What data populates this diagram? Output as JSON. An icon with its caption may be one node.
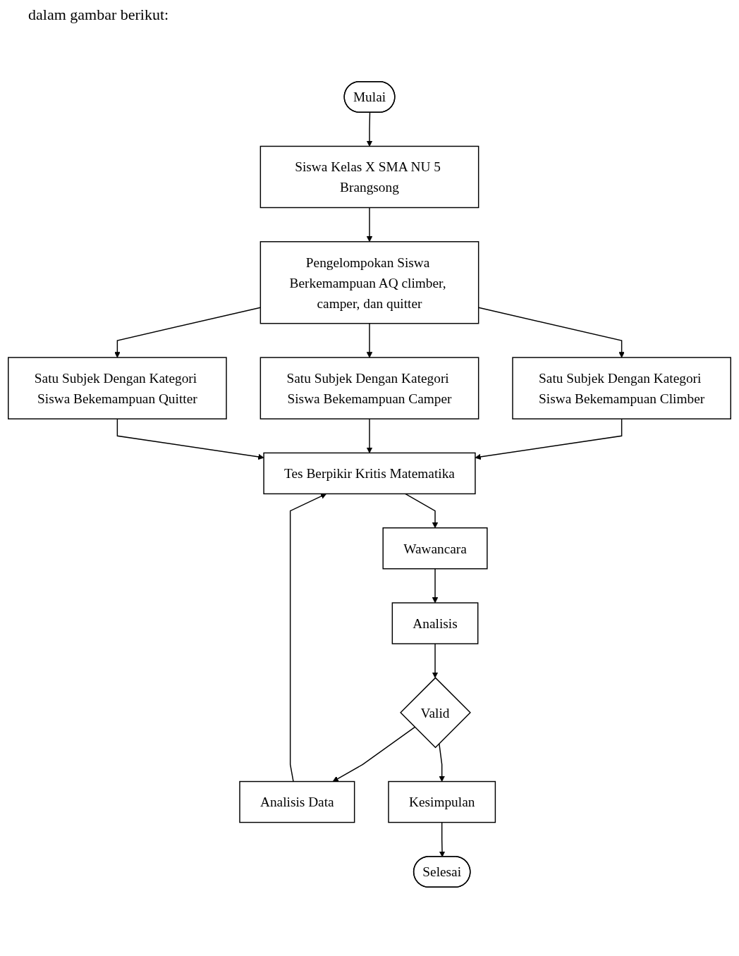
{
  "diagram": {
    "nodes": [
      {
        "text": [
          "Mulai"
        ]
      },
      {
        "text": [
          "Siswa Kelas X SMA NU 5 Brangsong"
        ]
      },
      {
        "text": [
          "Pengelompokan Siswa Berkemampuan AQ climber, camper, dan quitter"
        ]
      },
      {
        "text": [
          "Satu Subjek Dengan Kategori Siswa Bekemampuan Climber"
        ]
      },
      {
        "text": [
          "Satu Subjek Dengan Kategori Siswa Bekemampuan Camper"
        ]
      },
      {
        "text": [
          "Satu Subjek Dengan Kategori Siswa Bekemampuan Quitter"
        ]
      },
      {
        "text": [
          "Tes Berpikir Kritis Matematika"
        ]
      },
      {
        "text": [
          "Wawancara"
        ]
      },
      {
        "text": [
          "Analisis"
        ]
      },
      {
        "text": [
          "Valid"
        ]
      },
      {
        "text": [
          "Analisis Data"
        ]
      },
      {
        "text": [
          "Kesimpulan"
        ]
      },
      {
        "text": [
          "Selesai"
        ]
      }
    ],
    "edges": [
      {
        "from": 0,
        "to": 1,
        "arrow": "to"
      },
      {
        "from": 1,
        "to": 2,
        "arrow": "to"
      },
      {
        "from": 2,
        "to": 3,
        "arrow": "to"
      },
      {
        "from": 2,
        "to": 4,
        "arrow": "to"
      },
      {
        "from": 2,
        "to": 5,
        "arrow": "to"
      },
      {
        "from": 3,
        "to": 6,
        "arrow": "to"
      },
      {
        "from": 4,
        "to": 6,
        "arrow": "to"
      },
      {
        "from": 5,
        "to": 6,
        "arrow": "to"
      },
      {
        "from": 6,
        "to": 7,
        "arrow": "to"
      },
      {
        "from": 7,
        "to": 8,
        "arrow": "to"
      },
      {
        "from": 8,
        "to": 9,
        "arrow": "to"
      },
      {
        "from": 9,
        "to": 10,
        "arrow": "to"
      },
      {
        "from": 10,
        "to": 6,
        "arrow": "to"
      },
      {
        "from": 9,
        "to": 11,
        "arrow": "to"
      },
      {
        "from": 11,
        "to": 12,
        "arrow": "to"
      }
    ],
    "labels": [
      "dalam gambar berikut:"
    ]
  }
}
